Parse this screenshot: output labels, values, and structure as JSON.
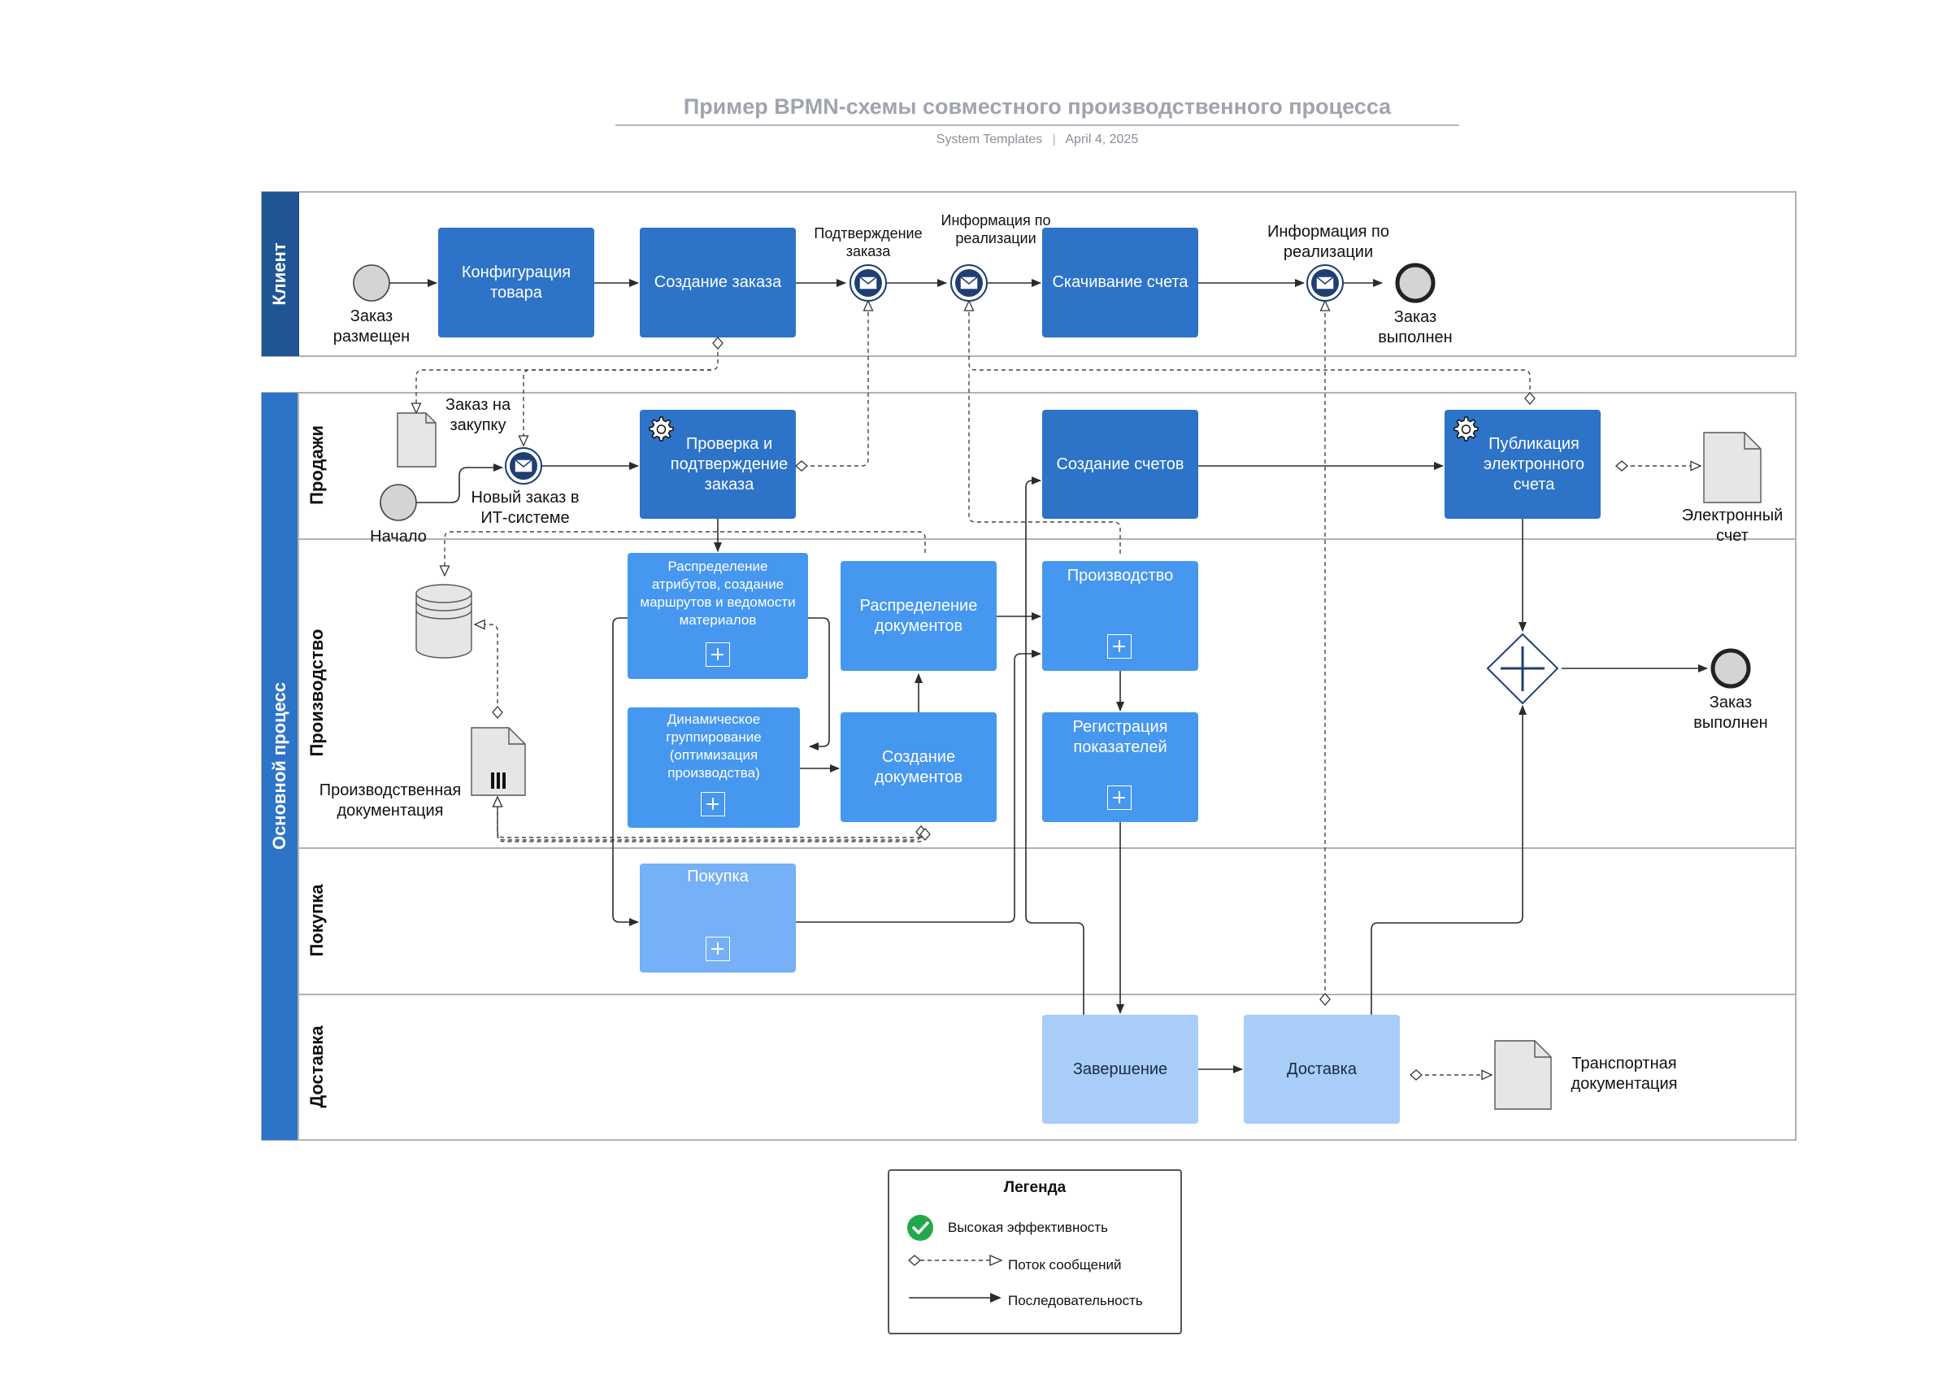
{
  "header": {
    "title": "Пример BPMN-схемы совместного производственного процесса",
    "author": "System Templates",
    "separator": "|",
    "date": "April 4, 2025"
  },
  "pools": {
    "client": {
      "label": "Клиент"
    },
    "main": {
      "label": "Основной процесс"
    }
  },
  "lanes": {
    "sales": "Продажи",
    "production": "Производство",
    "purchase": "Покупка",
    "delivery": "Доставка"
  },
  "tasks": {
    "config": "Конфигурация товара",
    "create_order": "Создание заказа",
    "download_invoice": "Скачивание счета",
    "check_order": "Проверка и подтверждение заказа",
    "create_invoices": "Создание счетов",
    "publish_invoice": "Публикация электронного счета",
    "distribute_attrs": "Распределение атрибутов, создание маршрутов и ведомости материалов",
    "distribute_docs": "Распределение документов",
    "production": "Производство",
    "dynamic_grouping": "Динамическое группирование (оптимизация производства)",
    "create_docs": "Создание документов",
    "register_metrics": "Регистрация показателей",
    "purchase": "Покупка",
    "completion": "Завершение",
    "delivery": "Доставка"
  },
  "labels": {
    "order_placed": "Заказ размещен",
    "order_confirmation": "Подтверждение заказа",
    "sales_info": "Информация по реализации",
    "sales_info_2": "Информация по реализации",
    "order_done_client": "Заказ выполнен",
    "purchase_order": "Заказ на закупку",
    "new_order_it": "Новый заказ в ИТ-системе",
    "start": "Начало",
    "e_invoice": "Электронный счет",
    "production_docs": "Производственная документация",
    "order_done_main": "Заказ выполнен",
    "transport_docs": "Транспортная документация"
  },
  "legend": {
    "title": "Легенда",
    "high_efficiency": "Высокая эффективность",
    "message_flow": "Поток сообщений",
    "sequence": "Последовательность"
  },
  "colors": {
    "pool_header": "#2d73c8",
    "pool_header_dark": "#1f5595",
    "task_dark": "#2d73c8",
    "task_medium": "#4697ef",
    "task_light": "#76b0f7",
    "task_pale": "#a7cdf8",
    "event_fill": "#d4d4d4",
    "legend_check": "#22a84a",
    "gateway_stroke": "#1f3f73"
  },
  "icons": [
    "envelope-icon",
    "gear-icon",
    "document-icon",
    "database-icon",
    "parallel-gateway-icon",
    "subprocess-plus-icon",
    "check-icon",
    "barcode-icon"
  ]
}
